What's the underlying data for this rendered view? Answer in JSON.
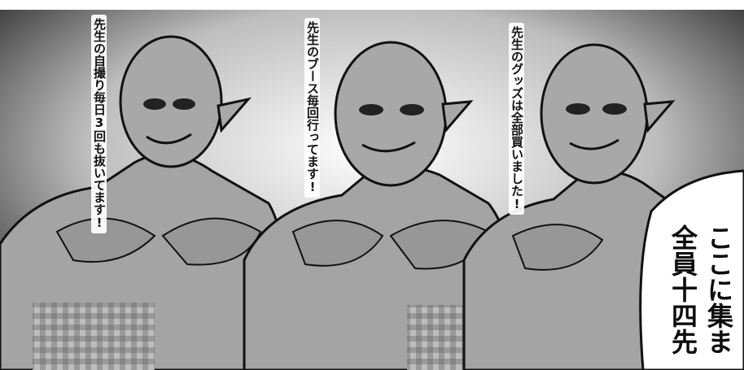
{
  "panel": {
    "speech": [
      "先生の自撮り毎日3回も抜いてます!",
      "先生のブース毎回行ってます!",
      "先生のグッズは全部買いました!"
    ],
    "caption": [
      "ここに集ま",
      "全員十四先"
    ]
  },
  "colors": {
    "skin": "#a8a8a8",
    "skin_shadow": "#7e7e7e",
    "ink": "#111111",
    "bubble": "#ffffff"
  }
}
